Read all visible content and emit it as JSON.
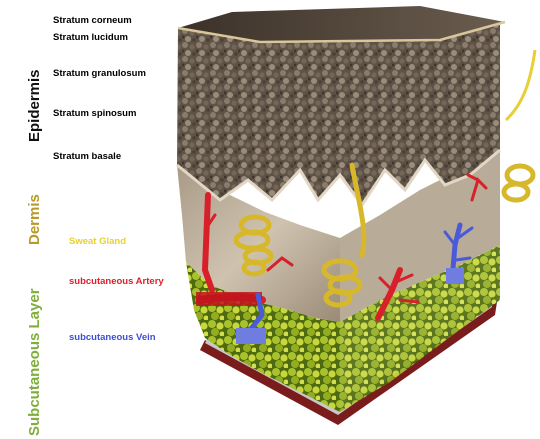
{
  "vertical_labels": {
    "epidermis": "Epidermis",
    "dermis": "Dermis",
    "subcutaneous_layer": "Subcutaneous Layer"
  },
  "epidermis_layers": [
    "Stratum corneum",
    "Stratum lucidum",
    "Stratum granulosum",
    "Stratum spinosum",
    "Stratum basale"
  ],
  "structure_labels": {
    "sweat_gland": "Sweat Gland",
    "artery": "subcutaneous  Artery",
    "vein": "subcutaneous Vein"
  },
  "colors": {
    "epidermis_label": "#111111",
    "dermis_label": "#b79b2a",
    "subcutaneous_label": "#7fae3a",
    "sweat_gland": "#e8d12e",
    "artery": "#e0202a",
    "vein": "#3f4fd6"
  }
}
